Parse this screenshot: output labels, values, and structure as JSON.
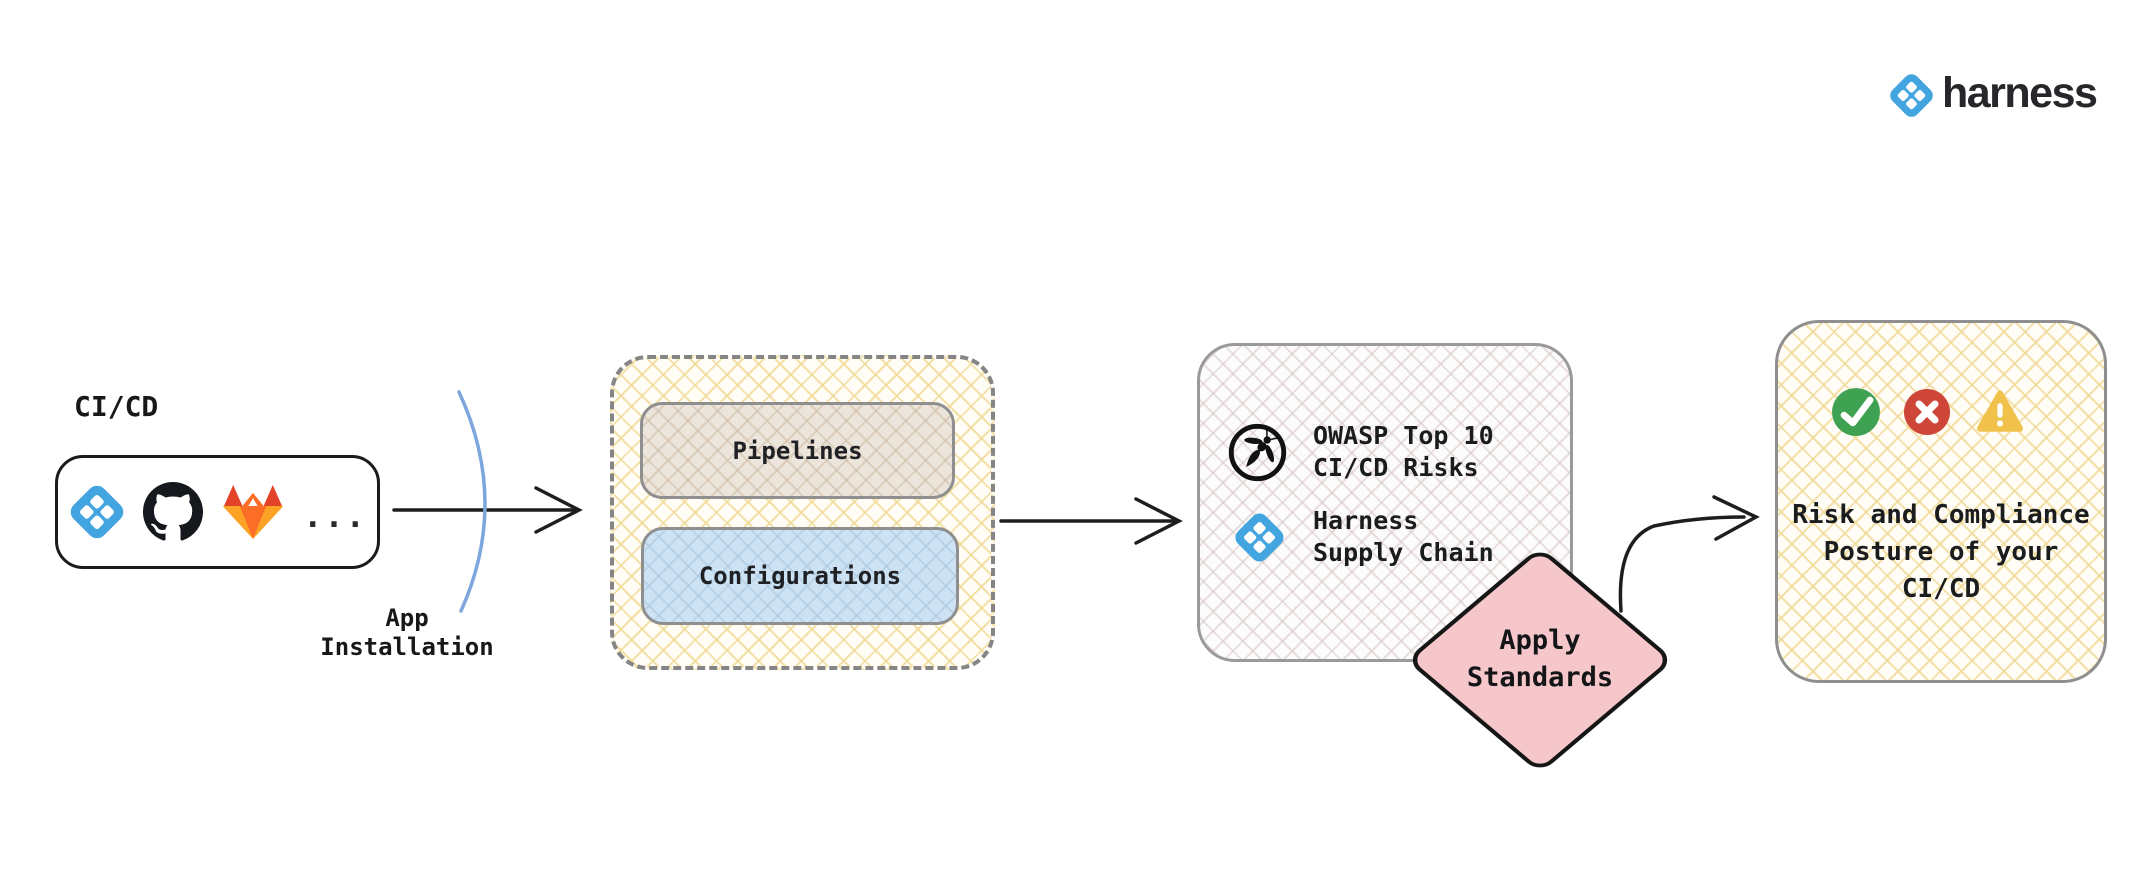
{
  "brand": {
    "name": "harness"
  },
  "source": {
    "title": "CI/CD",
    "icons": [
      "harness-icon",
      "github-icon",
      "gitlab-icon"
    ],
    "more_label": "..."
  },
  "app_installation": {
    "line1": "App",
    "line2": "Installation"
  },
  "workspace": {
    "pipelines_label": "Pipelines",
    "configurations_label": "Configurations"
  },
  "standards": {
    "owasp_icon": "owasp-icon",
    "owasp_line1": "OWASP Top 10",
    "owasp_line2": "CI/CD Risks",
    "harness_icon": "harness-icon",
    "harness_line1": "Harness",
    "harness_line2": "Supply Chain"
  },
  "apply_diamond": {
    "line1": "Apply",
    "line2": "Standards"
  },
  "result": {
    "icons": [
      "check-icon",
      "cross-icon",
      "warning-icon"
    ],
    "line1": "Risk and Compliance",
    "line2": "Posture of your",
    "line3": "CI/CD"
  },
  "colors": {
    "harness_blue": "#42A5DF",
    "diamond_pink": "#F5C7CA",
    "check_green": "#3FA152",
    "cross_red": "#CE4638",
    "warn_yellow": "#F0C24B",
    "arrow_black": "#1E1E1E",
    "install_curve_blue": "#7CA6DC",
    "gitlab_orange": "#FC6D26",
    "gitlab_red": "#E24329",
    "gitlab_amber": "#FCA326"
  }
}
